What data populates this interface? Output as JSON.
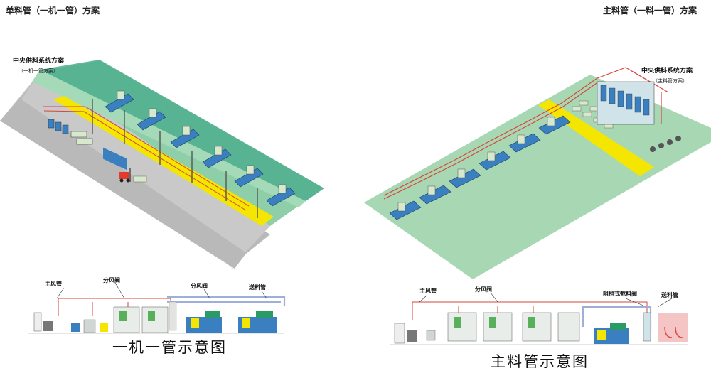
{
  "titles": {
    "left_heading": "单料管（一机一管）方案",
    "right_heading": "主料管（一料一管）方案"
  },
  "left_scheme": {
    "system_title": "中央供料系统方案",
    "system_subtitle": "（一机一管方案）",
    "schematic": {
      "main_air_pipe": "主风管",
      "air_valve_1": "分风阀",
      "air_valve_2": "分风阀",
      "feed_pipe": "送料管",
      "caption": "一机一管示意图"
    }
  },
  "right_scheme": {
    "system_title": "中央供料系统方案",
    "system_subtitle": "（主料管方案）",
    "schematic": {
      "main_air_pipe": "主风管",
      "air_valve": "分风阀",
      "cutoff_valve": "阻挡式截料阀",
      "feed_pipe": "送料管",
      "caption": "主料管示意图"
    }
  },
  "colors": {
    "floor_green": "#a8d8b3",
    "wall_teal": "#4aa888",
    "safety_yellow": "#f4e600",
    "pipe_red": "#d9443a",
    "machine_blue": "#3a7fc0",
    "gray_floor": "#b8b8b8"
  },
  "icons": [
    "forklift-icon",
    "injection-machine-icon",
    "hopper-dryer-icon",
    "vacuum-pump-icon",
    "control-cabinet-icon"
  ]
}
